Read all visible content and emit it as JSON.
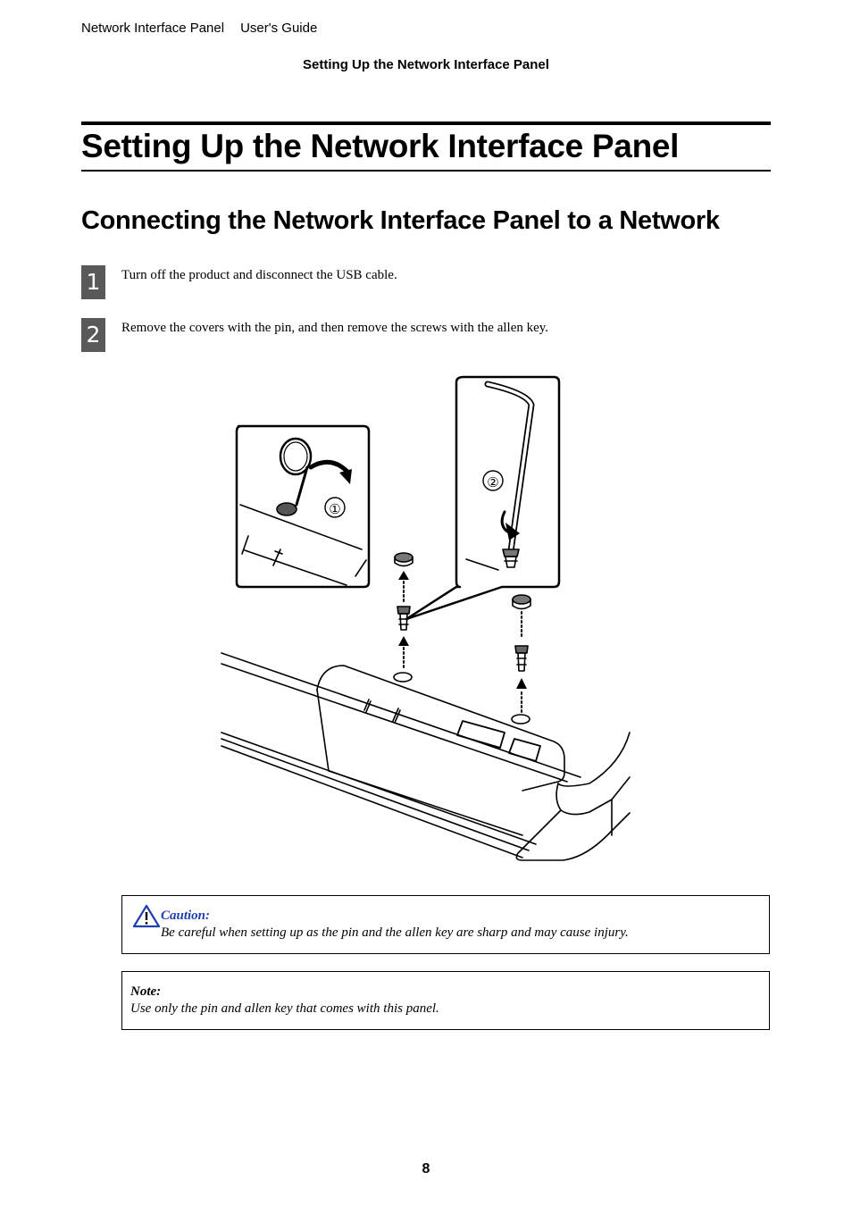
{
  "header": {
    "product": "Network Interface Panel",
    "guide": "User's Guide",
    "section": "Setting Up the Network Interface Panel"
  },
  "title": "Setting Up the Network Interface Panel",
  "subtitle": "Connecting the Network Interface Panel to a Network",
  "steps": [
    {
      "number": "1",
      "text": "Turn off the product and disconnect the USB cable."
    },
    {
      "number": "2",
      "text": "Remove the covers with the pin, and then remove the screws with the allen key."
    }
  ],
  "figure": {
    "callout_1": "①",
    "callout_2": "②"
  },
  "caution": {
    "title": "Caution:",
    "text": "Be careful when setting up as the pin and the allen key are sharp and may cause injury."
  },
  "note": {
    "title": "Note:",
    "text": "Use only the pin and allen key that comes with this panel."
  },
  "page_number": "8"
}
